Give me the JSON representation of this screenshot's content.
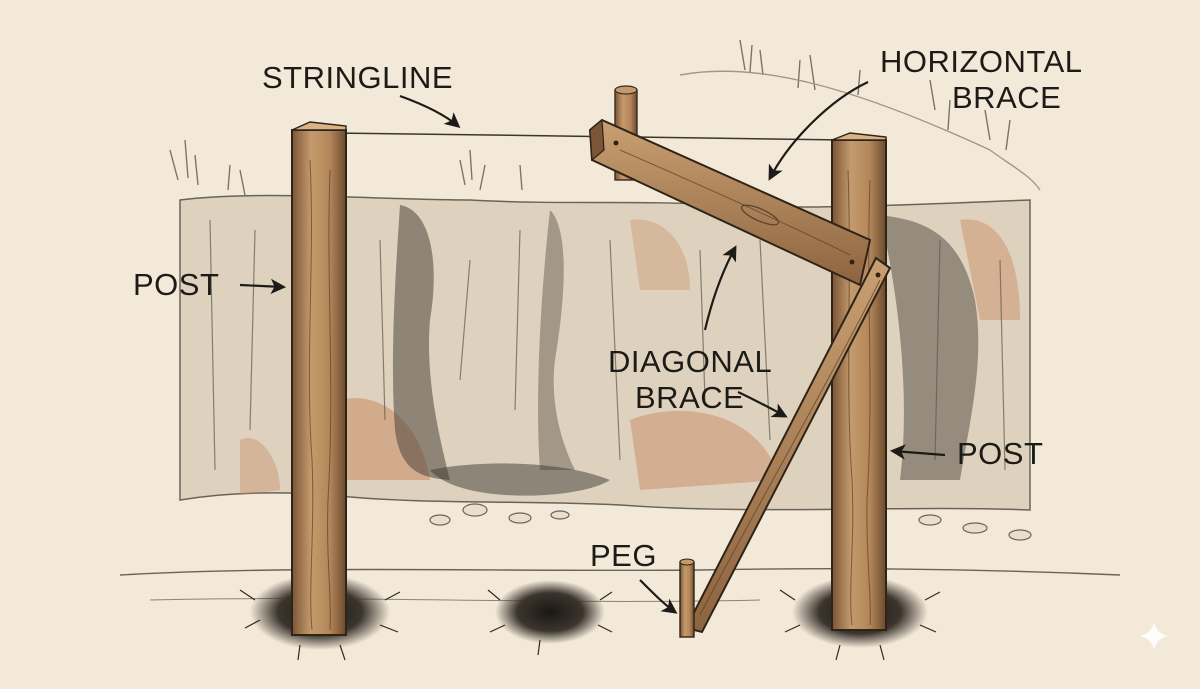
{
  "labels": {
    "stringline": "STRINGLINE",
    "horizontal_brace_line1": "HORIZONTAL",
    "horizontal_brace_line2": "BRACE",
    "post_left": "POST",
    "post_right": "POST",
    "diagonal_brace_line1": "DIAGONAL",
    "diagonal_brace_line2": "BRACE",
    "peg": "PEG"
  },
  "colors": {
    "paper": "#f3e9d9",
    "ink": "#1d1b18",
    "wood": "#b88a5e",
    "wood_dark": "#6e4c2f",
    "soil_shadow": "#6d6658",
    "rust_shade": "#c98a62"
  },
  "icons": {
    "corner_mark": "sparkle-icon"
  }
}
